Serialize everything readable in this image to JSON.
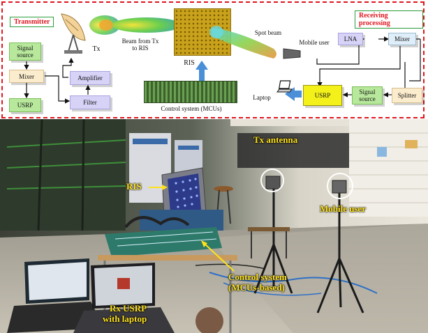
{
  "top_panel": {
    "transmitter_title": "Transmitter",
    "receiving_title": "Receiving processing",
    "signal_source": "Signal source",
    "mixer": "Mixer",
    "usrp": "USRP",
    "amplifier": "Amplifier",
    "filter": "Filter",
    "tx": "Tx",
    "beam_caption": "Beam from Tx to RIS",
    "ris": "RIS",
    "control_system": "Control system (MCUs)",
    "spot_beam": "Spot beam",
    "mobile_user": "Mobile user",
    "lna": "LNA",
    "rx_mixer": "Mixer",
    "laptop": "Laptop",
    "rx_usrp": "USRP",
    "rx_signal_source": "Signal source",
    "splitter": "Splitter"
  },
  "photo": {
    "tx_antenna": "Tx antenna",
    "ris": "RIS",
    "mobile_user": "Mobile user",
    "control_line1": "Control system",
    "control_line2": "(MCUs-based)",
    "rx_line1": "Rx USRP",
    "rx_line2": "with laptop"
  },
  "colors": {
    "border_red": "#e0141e",
    "label_green": "#2a9d3a",
    "photo_label_yellow": "#ffe21c",
    "arrow_blue": "#4a8fd8"
  }
}
